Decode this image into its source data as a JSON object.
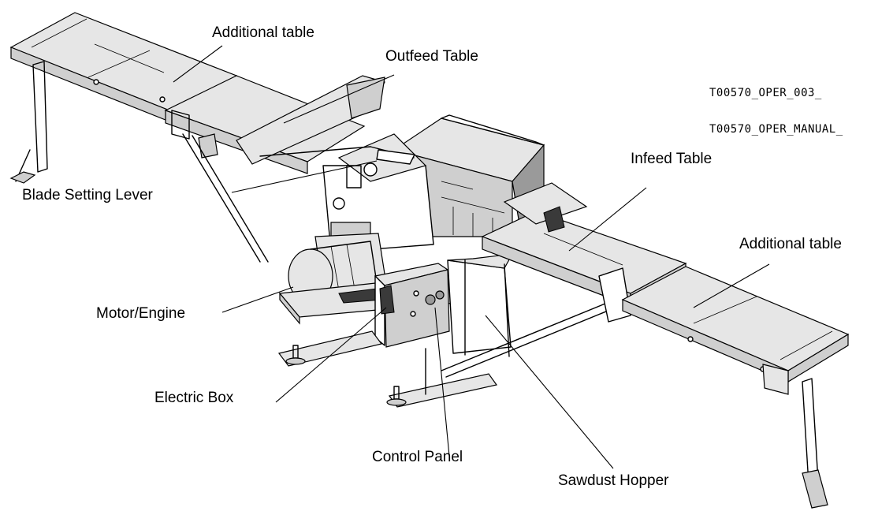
{
  "drawing_codes": {
    "line1": "T00570_OPER_003_",
    "line2": "T00570_OPER_MANUAL_"
  },
  "labels": {
    "additional_table_left": "Additional table",
    "outfeed_table": "Outfeed Table",
    "blade_setting_lever": "Blade Setting Lever",
    "infeed_table": "Infeed Table",
    "additional_table_right": "Additional table",
    "motor_engine": "Motor/Engine",
    "electric_box": "Electric Box",
    "control_panel": "Control Panel",
    "sawdust_hopper": "Sawdust Hopper"
  }
}
